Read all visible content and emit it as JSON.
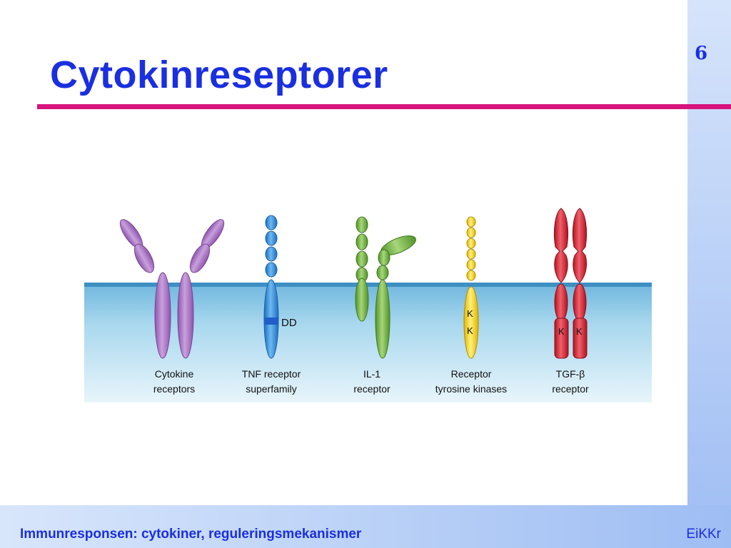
{
  "slide": {
    "title": "Cytokinreseptorer",
    "page_number": "6"
  },
  "figure": {
    "receptors": [
      {
        "line1": "Cytokine",
        "line2": "receptors",
        "color": "#b07cc6"
      },
      {
        "line1": "TNF receptor",
        "line2": "superfamily",
        "color": "#3c95dd",
        "domain_label": "DD"
      },
      {
        "line1": "IL-1",
        "line2": "receptor",
        "color": "#7dbb4a"
      },
      {
        "line1": "Receptor",
        "line2": "tyrosine kinases",
        "color": "#f5d317",
        "kinase_labels": [
          "K",
          "K"
        ]
      },
      {
        "line1": "TGF-β",
        "line2": "receptor",
        "color": "#d8202f",
        "kinase_labels": [
          "K",
          "K"
        ]
      }
    ]
  },
  "footer": {
    "left": "Immunresponsen: cytokiner, reguleringsmekanismer",
    "right": "EiKKr"
  },
  "colors": {
    "title": "#1a2fe0",
    "rule": "#d6147b",
    "membrane": "#9fd3ea"
  }
}
